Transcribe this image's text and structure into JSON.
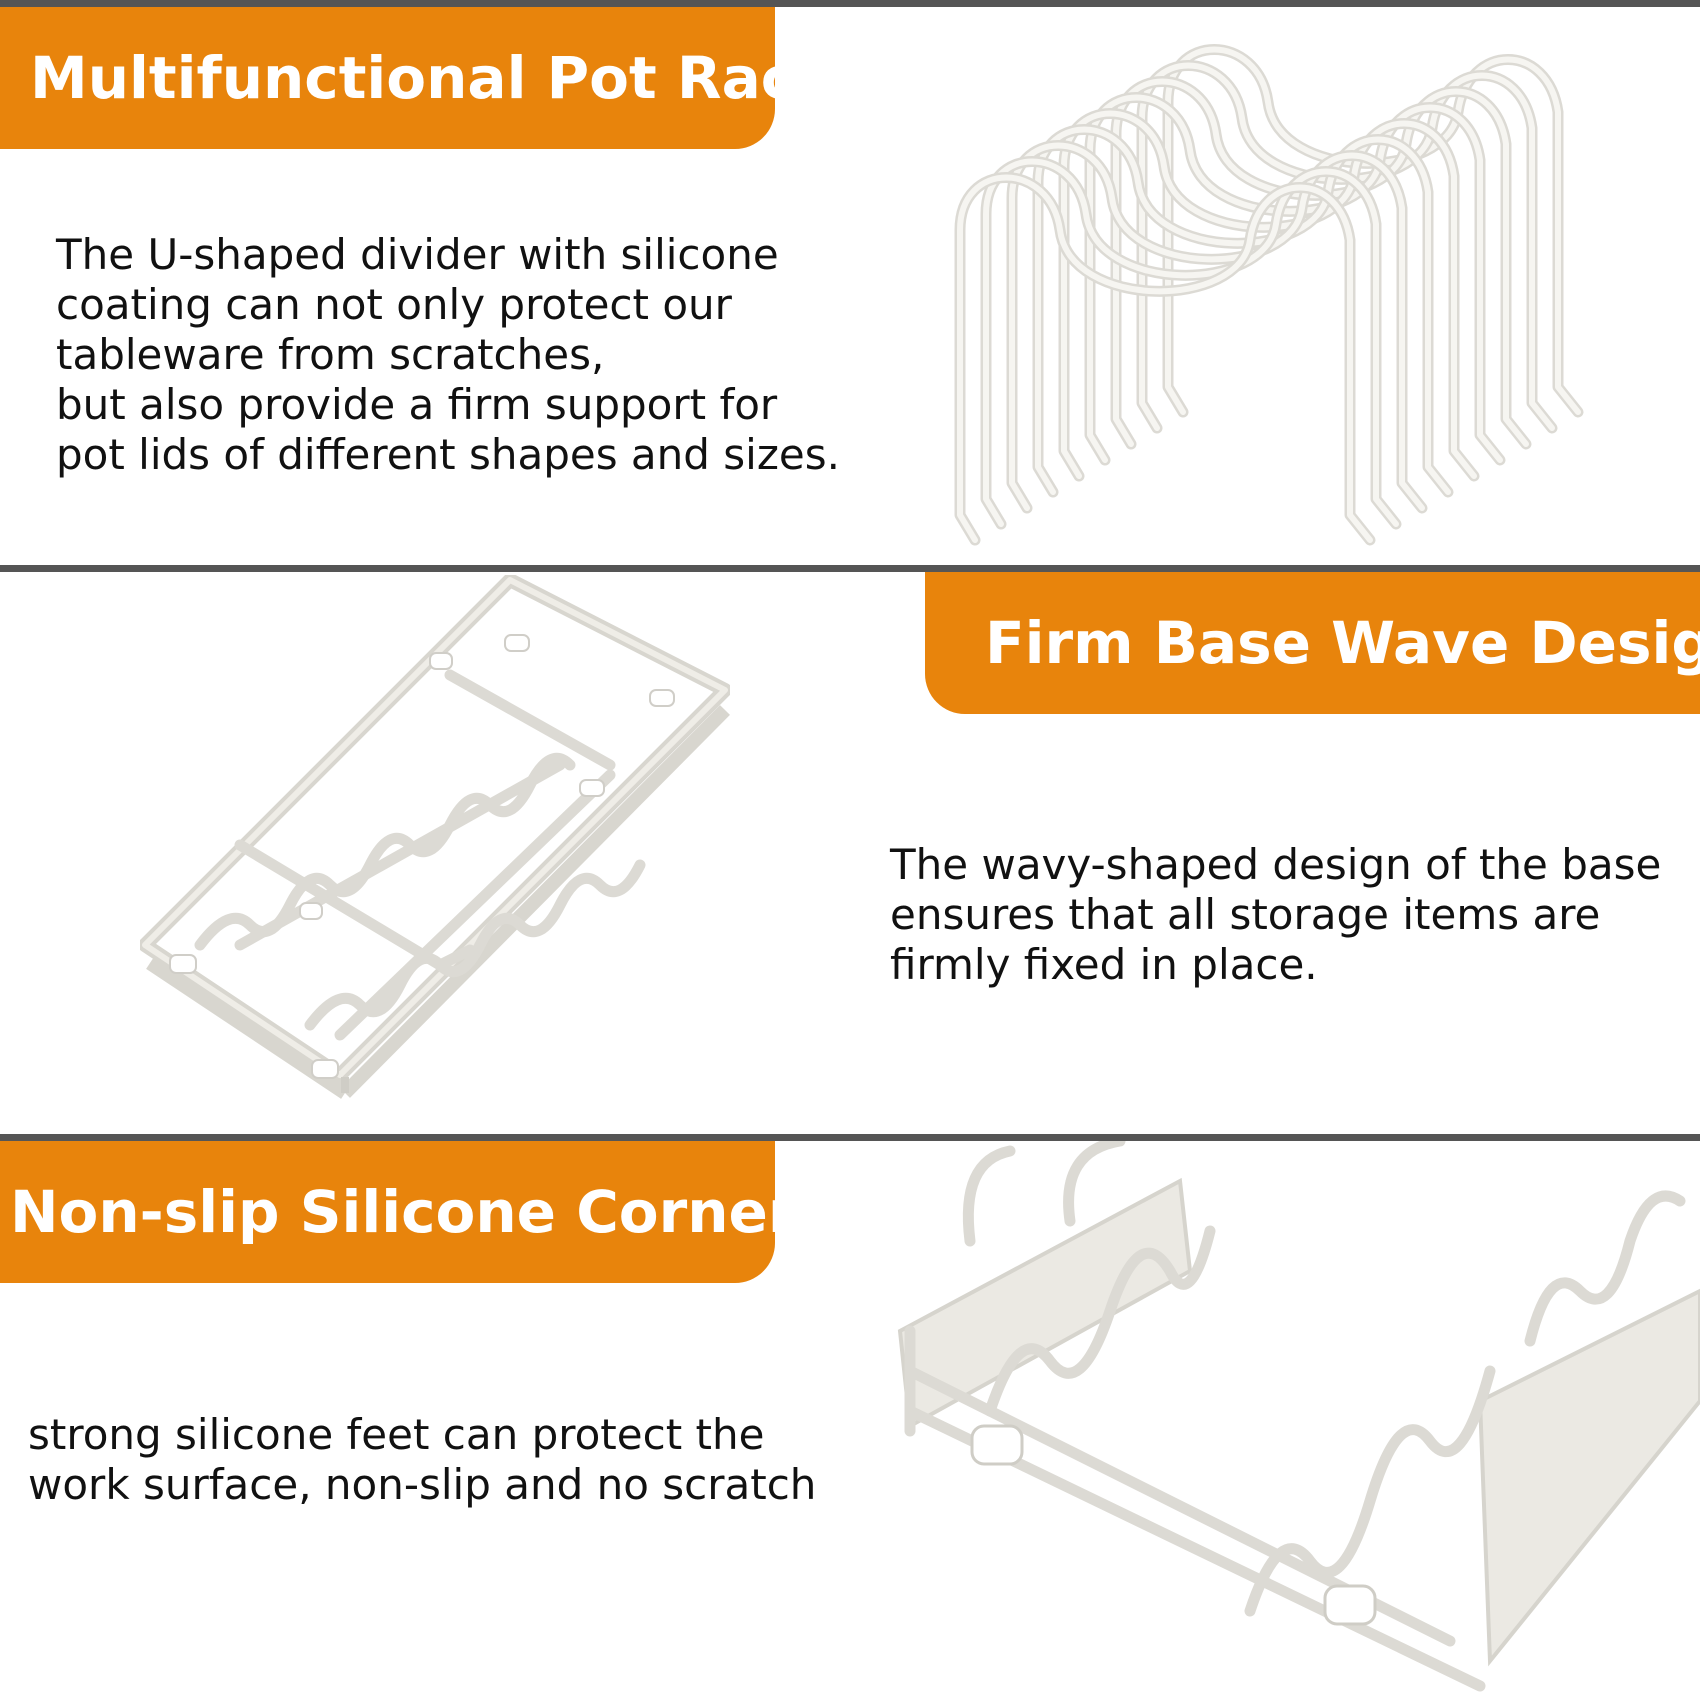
{
  "sections": [
    {
      "title": "Multifunctional Pot Rack",
      "description": [
        "The U-shaped divider with silicone",
        "coating can not only protect our",
        "tableware from scratches,",
        "but also provide a firm support for",
        "pot lids of different shapes and sizes."
      ]
    },
    {
      "title": "Firm Base Wave Design",
      "description": [
        "The wavy-shaped design of the base",
        "ensures that all storage items are",
        "firmly fixed in place."
      ]
    },
    {
      "title": "Non-slip Silicone Corners",
      "description": [
        "strong silicone feet can protect the",
        "work surface, non-slip and no scratch"
      ]
    }
  ],
  "colors": {
    "accent": "#e8840c",
    "divider": "#555555",
    "wire": "#dcdad4"
  }
}
